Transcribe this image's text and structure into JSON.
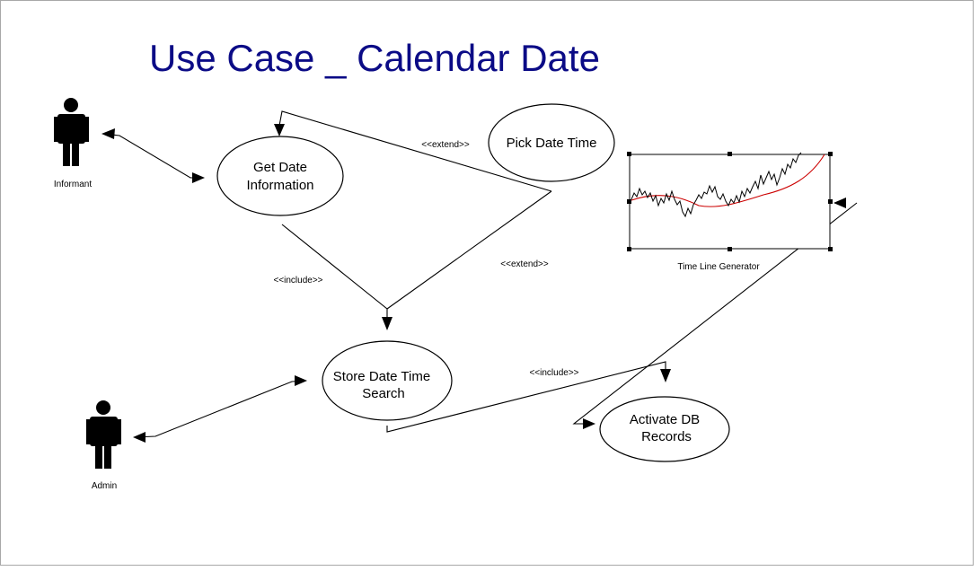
{
  "diagram": {
    "title": "Use Case _ Calendar Date",
    "actors": [
      {
        "id": "informant",
        "label": "Informant"
      },
      {
        "id": "admin",
        "label": "Admin"
      }
    ],
    "use_cases": [
      {
        "id": "get-date",
        "lines": [
          "Get Date",
          "Information"
        ]
      },
      {
        "id": "pick-date",
        "lines": [
          "Pick Date Time"
        ]
      },
      {
        "id": "store-date",
        "lines": [
          "Store Date Time",
          "Search"
        ]
      },
      {
        "id": "activate-db",
        "lines": [
          "Activate DB",
          "Records"
        ]
      }
    ],
    "relations": [
      {
        "label": "<<extend>>"
      },
      {
        "label": "<<extend>>"
      },
      {
        "label": "<<include>>"
      },
      {
        "label": "<<include>>"
      }
    ],
    "timeline_component": {
      "label": "Time Line Generator"
    },
    "colors": {
      "title": "#0b0b86",
      "trend": "#cc0000",
      "signal": "#000000",
      "background": "#ffffff"
    }
  }
}
